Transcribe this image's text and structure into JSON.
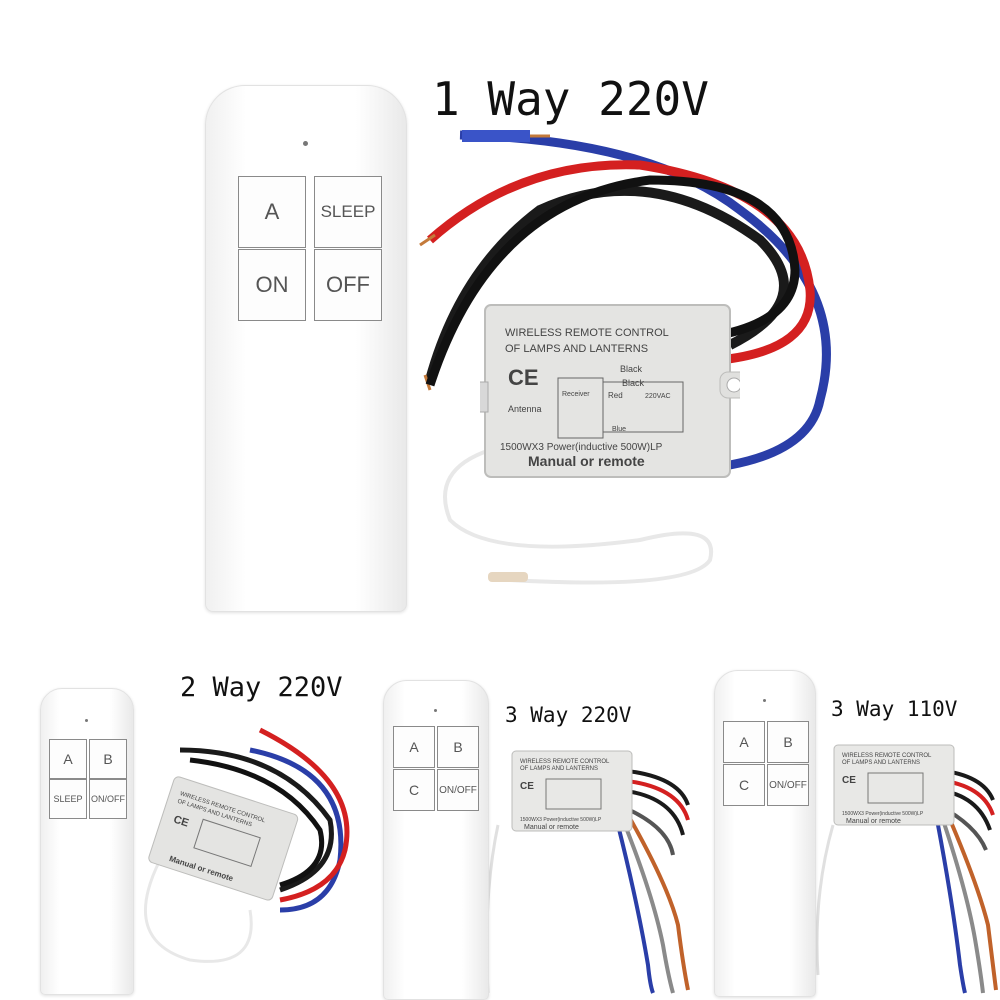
{
  "panels": [
    {
      "label": "1 Way 220V",
      "buttons": [
        "A",
        "SLEEP",
        "ON",
        "OFF"
      ],
      "box_line1": "WIRELESS REMOTE CONTROL",
      "box_line2": "OF LAMPS AND LANTERNS",
      "box_power": "1500WX3 Power(inductive 500W)LP",
      "box_mode": "Manual or remote",
      "box_receiver": "Receiver",
      "box_antenna": "Antenna",
      "wire_black": "Black",
      "wire_red": "Red",
      "wire_blue": "Blue",
      "box_mark": "CE",
      "box_voltage": "220VAC"
    },
    {
      "label": "2 Way 220V",
      "buttons": [
        "A",
        "B",
        "SLEEP",
        "ON/OFF"
      ]
    },
    {
      "label": "3 Way 220V",
      "buttons": [
        "A",
        "B",
        "C",
        "ON/OFF"
      ]
    },
    {
      "label": "3 Way 110V",
      "buttons": [
        "A",
        "B",
        "C",
        "ON/OFF"
      ]
    }
  ],
  "colors": {
    "wire_red": "#d42020",
    "wire_blue": "#2a3ea8",
    "wire_black": "#1a1a1a",
    "wire_gray": "#8a8a8a",
    "wire_orange": "#c0622a"
  },
  "icons": [
    "ce-mark-icon"
  ]
}
